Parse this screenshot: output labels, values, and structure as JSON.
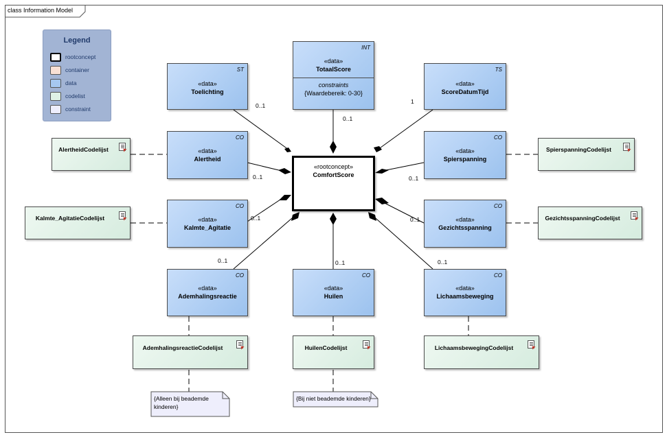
{
  "diagram": {
    "frame_title": "class Information Model"
  },
  "legend": {
    "title": "Legend",
    "items": [
      {
        "label": "rootconcept",
        "color": "#ffffff"
      },
      {
        "label": "container",
        "color": "#f8e0d4"
      },
      {
        "label": "data",
        "color": "#a6c8f0"
      },
      {
        "label": "codelist",
        "color": "#dff2e6"
      },
      {
        "label": "constraint",
        "color": "#eeeefc"
      }
    ]
  },
  "root": {
    "stereotype": "«rootconcept»",
    "name": "ComfortScore"
  },
  "data_classes": {
    "toelichting": {
      "stereotype": "«data»",
      "name": "Toelichting",
      "tag": "ST"
    },
    "totaalscore": {
      "stereotype": "«data»",
      "name": "TotaalScore",
      "tag": "INT",
      "constraints_title": "constraints",
      "constraint": "{Waardebereik: 0-30}"
    },
    "scoredatumtijd": {
      "stereotype": "«data»",
      "name": "ScoreDatumTijd",
      "tag": "TS"
    },
    "alertheid": {
      "stereotype": "«data»",
      "name": "Alertheid",
      "tag": "CO"
    },
    "spierspanning": {
      "stereotype": "«data»",
      "name": "Spierspanning",
      "tag": "CO"
    },
    "kalmte": {
      "stereotype": "«data»",
      "name": "Kalmte_Agitatie",
      "tag": "CO"
    },
    "gezichtsspanning": {
      "stereotype": "«data»",
      "name": "Gezichtsspanning",
      "tag": "CO"
    },
    "ademhaling": {
      "stereotype": "«data»",
      "name": "Ademhalingsreactie",
      "tag": "CO"
    },
    "huilen": {
      "stereotype": "«data»",
      "name": "Huilen",
      "tag": "CO"
    },
    "lichaamsbeweging": {
      "stereotype": "«data»",
      "name": "Lichaamsbeweging",
      "tag": "CO"
    }
  },
  "codelists": {
    "alertheid": "AlertheidCodelijst",
    "spierspanning": "SpierspanningCodelijst",
    "kalmte": "Kalmte_AgitatieCodelijst",
    "gezichtsspanning": "GezichtsspanningCodelijst",
    "ademhaling": "AdemhalingsreactieCodelijst",
    "huilen": "HuilenCodelijst",
    "lichaamsbeweging": "LichaamsbewegingCodelijst"
  },
  "multiplicities": {
    "toelichting": "0..1",
    "totaalscore": "0..1",
    "scoredatumtijd": "1",
    "alertheid": "0..1",
    "spierspanning": "0..1",
    "kalmte": "0..1",
    "gezichtsspanning": "0..1",
    "ademhaling": "0..1",
    "huilen": "0..1",
    "lichaamsbeweging": "0..1"
  },
  "notes": {
    "ademhaling": "{Alleen bij beademde kinderen}",
    "huilen": "{Bij niet beademde kinderen}"
  }
}
